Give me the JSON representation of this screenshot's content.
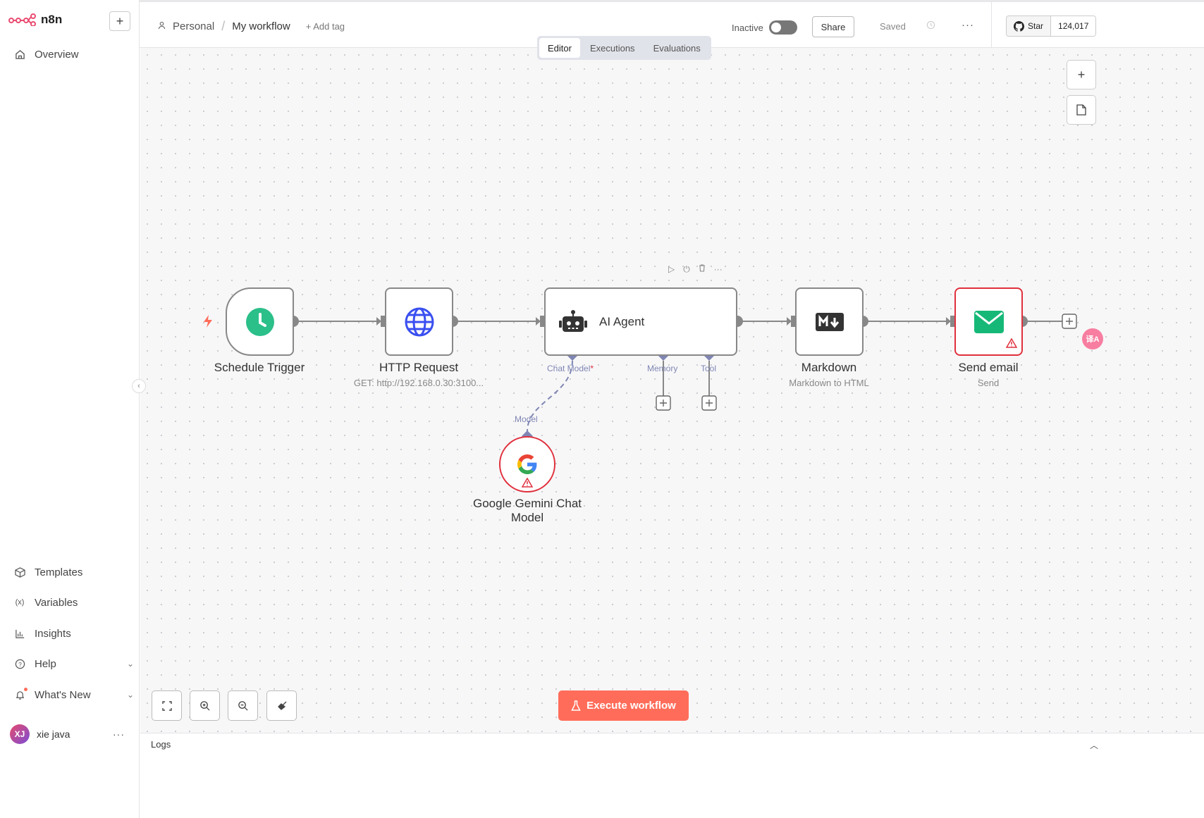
{
  "app": {
    "logo_text": "n8n"
  },
  "sidebar": {
    "overview": "Overview",
    "bottom_items": [
      {
        "label": "Templates"
      },
      {
        "label": "Variables"
      },
      {
        "label": "Insights"
      },
      {
        "label": "Help"
      },
      {
        "label": "What's New"
      }
    ],
    "user": {
      "initials": "XJ",
      "name": "xie java"
    }
  },
  "header": {
    "project": "Personal",
    "workflow_name": "My workflow",
    "add_tag": "+ Add tag",
    "status_label": "Inactive",
    "share": "Share",
    "saved": "Saved",
    "github_star": "Star",
    "github_count": "124,017",
    "tabs": [
      {
        "label": "Editor",
        "active": true
      },
      {
        "label": "Executions",
        "active": false
      },
      {
        "label": "Evaluations",
        "active": false
      }
    ]
  },
  "nodes": {
    "schedule": {
      "title": "Schedule Trigger"
    },
    "http": {
      "title": "HTTP Request",
      "subtitle": "GET: http://192.168.0.30:3100..."
    },
    "agent": {
      "title": "AI Agent",
      "ports": {
        "chat_model": "Chat Model",
        "memory": "Memory",
        "tool": "Tool"
      }
    },
    "markdown": {
      "title": "Markdown",
      "subtitle": "Markdown to HTML"
    },
    "email": {
      "title": "Send email",
      "subtitle": "Send"
    },
    "gemini": {
      "title": "Google Gemini Chat Model",
      "port": "Model"
    }
  },
  "canvas": {
    "execute_label": "Execute workflow"
  },
  "logs": {
    "label": "Logs"
  },
  "colors": {
    "accent": "#ff6d5a",
    "error": "#e0303d",
    "trigger_green": "#2bbf8a",
    "globe_blue": "#3a4ff0",
    "email_green": "#16b878",
    "port": "#7f86b3"
  }
}
